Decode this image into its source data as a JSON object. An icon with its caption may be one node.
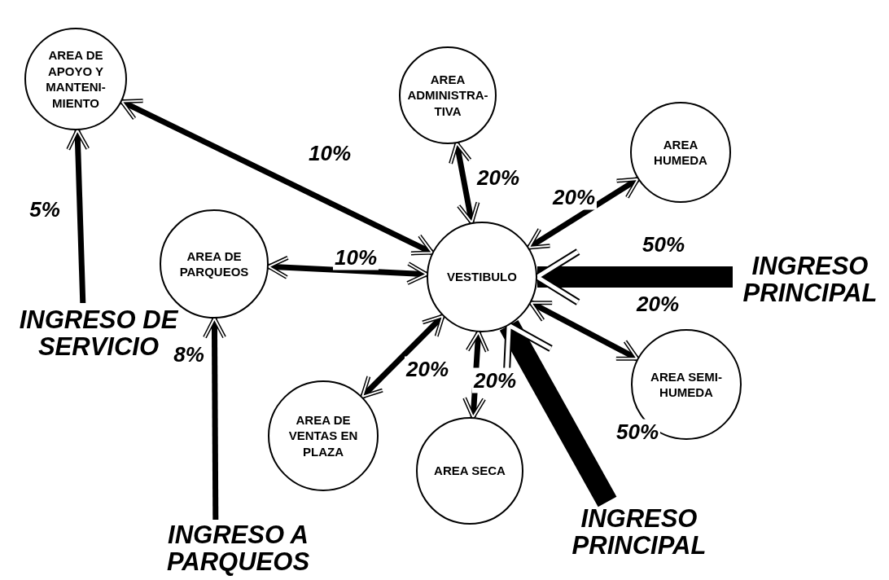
{
  "diagram": {
    "nodes": [
      {
        "text": [
          "AREA DE APOYO Y MANTENI- MIENTO"
        ]
      },
      {
        "text": [
          "AREA ADMINISTRA- TIVA"
        ]
      },
      {
        "text": [
          "AREA HUMEDA"
        ]
      },
      {
        "text": [
          "AREA DE PARQUEOS"
        ]
      },
      {
        "text": [
          "VESTIBULO"
        ]
      },
      {
        "text": [
          "INGRESO PRINCIPAL"
        ]
      },
      {
        "text": [
          "AREA SEMI- HUMEDA"
        ]
      },
      {
        "text": [
          "INGRESO DE SERVICIO"
        ]
      },
      {
        "text": [
          "AREA DE VENTAS EN PLAZA"
        ]
      },
      {
        "text": [
          "AREA SECA"
        ]
      },
      {
        "text": [
          "INGRESO A PARQUEOS"
        ]
      },
      {
        "text": [
          "INGRESO PRINCIPAL"
        ]
      }
    ],
    "edges": [
      {
        "from": 0,
        "to": 4,
        "arrow": "both",
        "label": "10%"
      },
      {
        "from": 1,
        "to": 4,
        "arrow": "both",
        "label": "20%"
      },
      {
        "from": 4,
        "to": 2,
        "arrow": "both",
        "label": "20%"
      },
      {
        "from": 3,
        "to": 4,
        "arrow": "both",
        "label": "10%"
      },
      {
        "from": 5,
        "to": 4,
        "arrow": "to",
        "label": "50%",
        "style": "thick"
      },
      {
        "from": 4,
        "to": 6,
        "arrow": "both",
        "label": "20%"
      },
      {
        "from": 4,
        "to": 8,
        "arrow": "both",
        "label": "20%"
      },
      {
        "from": 4,
        "to": 9,
        "arrow": "both",
        "label": "20%"
      },
      {
        "from": 7,
        "to": 0,
        "arrow": "to",
        "label": "5%"
      },
      {
        "from": 10,
        "to": 3,
        "arrow": "to",
        "label": "8%"
      },
      {
        "from": 11,
        "to": 4,
        "arrow": "to",
        "label": "50%",
        "style": "thick"
      }
    ]
  }
}
